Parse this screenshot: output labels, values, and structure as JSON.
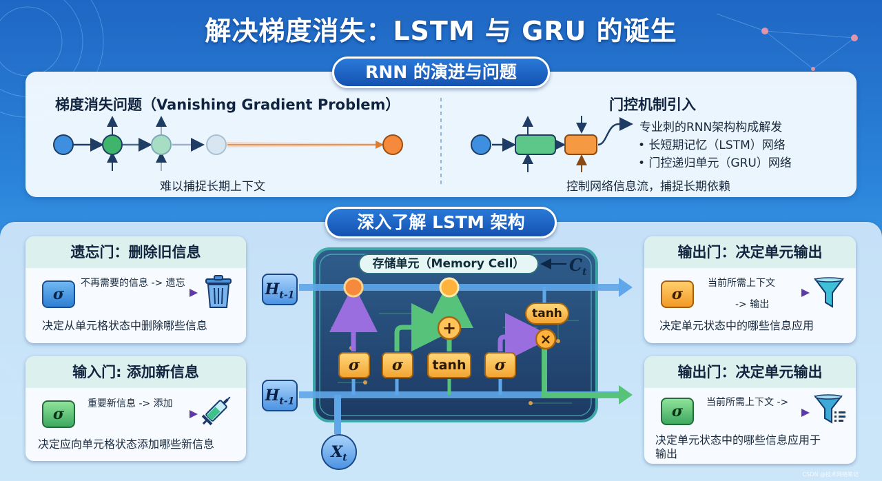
{
  "title": "解决梯度消失：LSTM 与 GRU 的诞生",
  "top_section": {
    "pill": "RNN 的演进与问题",
    "left": {
      "title": "梯度消失问题（Vanishing Gradient Problem）",
      "caption": "难以捕捉长期上下文"
    },
    "right": {
      "title": "门控机制引入",
      "desc": "专业刺的RNN架构构成解发",
      "bullets": [
        "• 长短期记忆（LSTM）网络",
        "• 门控递归单元（GRU）网络"
      ],
      "caption": "控制网络信息流，捕捉长期依赖"
    }
  },
  "bottom_section": {
    "pill": "深入了解 LSTM 架构",
    "forget_gate": {
      "title": "遗忘门：删除旧信息",
      "symbol": "σ",
      "arrow_label": "不再需要的信息 -> 遗忘",
      "desc": "决定从单元格状态中删除哪些信息",
      "icon": "trash-icon"
    },
    "input_gate": {
      "title": "输入门: 添加新信息",
      "symbol": "σ",
      "arrow_label": "重要新信息 -> 添加",
      "desc": "决定应向单元格状态添加哪些新信息",
      "icon": "syringe-icon"
    },
    "output_gate_1": {
      "title": "输出门：决定单元输出",
      "symbol": "σ",
      "arrow_label_1": "当前所需上下文",
      "arrow_label_2": "-> 输出",
      "desc": "决定单元状态中的哪些信息应用",
      "icon": "funnel-icon"
    },
    "output_gate_2": {
      "title": "输出门：决定单元输出",
      "symbol": "σ",
      "arrow_label": "当前所需上下文 ->",
      "desc_1": "决定单元状态中的哪些信息应用于",
      "desc_2": "输出",
      "icon": "funnel-filter-icon"
    },
    "cell": {
      "label": "存储单元（Memory Cell）",
      "ct": "C",
      "ct_sub": "t",
      "h_prev": "H",
      "h_sub": "t-1",
      "x": "X",
      "x_sub": "t",
      "gates": [
        "σ",
        "σ",
        "tanh",
        "σ"
      ],
      "tanh": "tanh",
      "plus": "+",
      "times": "×"
    }
  },
  "footer": "CSDN @技术网络笔记",
  "colors": {
    "background": "#2c86db",
    "pill": "#1552b0",
    "cell_frame": "#2d6f7c",
    "cell_bg": "#274a78",
    "orange": "#f29a27",
    "green": "#3ea860",
    "blue": "#2f7fd3",
    "purple": "#6a3fb5"
  }
}
